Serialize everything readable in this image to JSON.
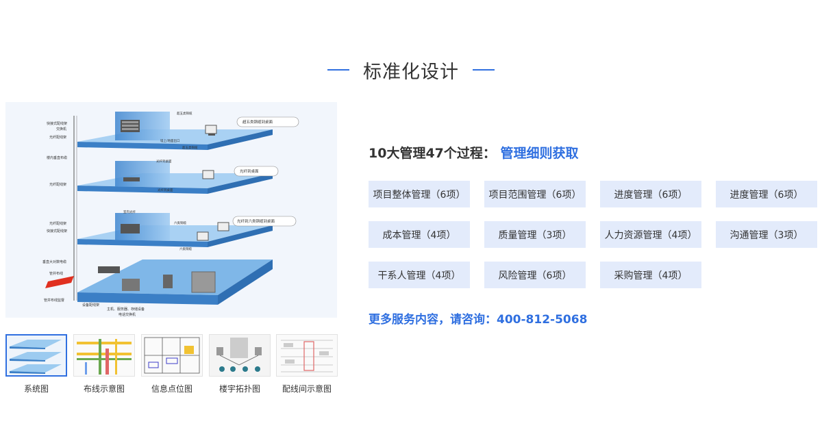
{
  "section": {
    "title": "标准化设计"
  },
  "diagram": {
    "floor_labels_left": [
      "快接式配线架",
      "交换机",
      "光纤配线架",
      "楼内垂直布缆",
      "光纤配线架",
      "光纤配线架",
      "快接式配线架",
      "垂直大对数电缆",
      "管井布线",
      "管井布线监督"
    ],
    "callouts": [
      "超五类铜缆到桌面",
      "光纤到桌面",
      "光纤到六类铜缆到桌面"
    ],
    "inner_labels": [
      "超五类铜缆",
      "墙上/地面出口",
      "超五类铜缆",
      "光纤到桌面",
      "光纤到桌面",
      "室内光纤",
      "六类铜缆",
      "六类铜缆"
    ],
    "bottom_labels": [
      "设备配线架",
      "主机、服务器、存储设备",
      "电话交换机"
    ]
  },
  "thumbnails": [
    {
      "label": "系统图",
      "active": true
    },
    {
      "label": "布线示意图",
      "active": false
    },
    {
      "label": "信息点位图",
      "active": false
    },
    {
      "label": "楼宇拓扑图",
      "active": false
    },
    {
      "label": "配线间示意图",
      "active": false
    }
  ],
  "subtitle": {
    "prefix": "10大管理47个过程：",
    "highlight": "管理细则获取"
  },
  "tags": [
    "项目整体管理（6项）",
    "项目范围管理（6项）",
    "进度管理（6项）",
    "进度管理（6项）",
    "成本管理（4项）",
    "质量管理（3项）",
    "人力资源管理（4项）",
    "沟通管理（3项）",
    "干系人管理（4项）",
    "风险管理（6项）",
    "采购管理（4项）"
  ],
  "contact": "更多服务内容，请咨询：400-812-5068",
  "colors": {
    "accent": "#2f6fe0",
    "tag_bg": "#e3ebfb",
    "floor_blue": "#5aa0e0"
  }
}
